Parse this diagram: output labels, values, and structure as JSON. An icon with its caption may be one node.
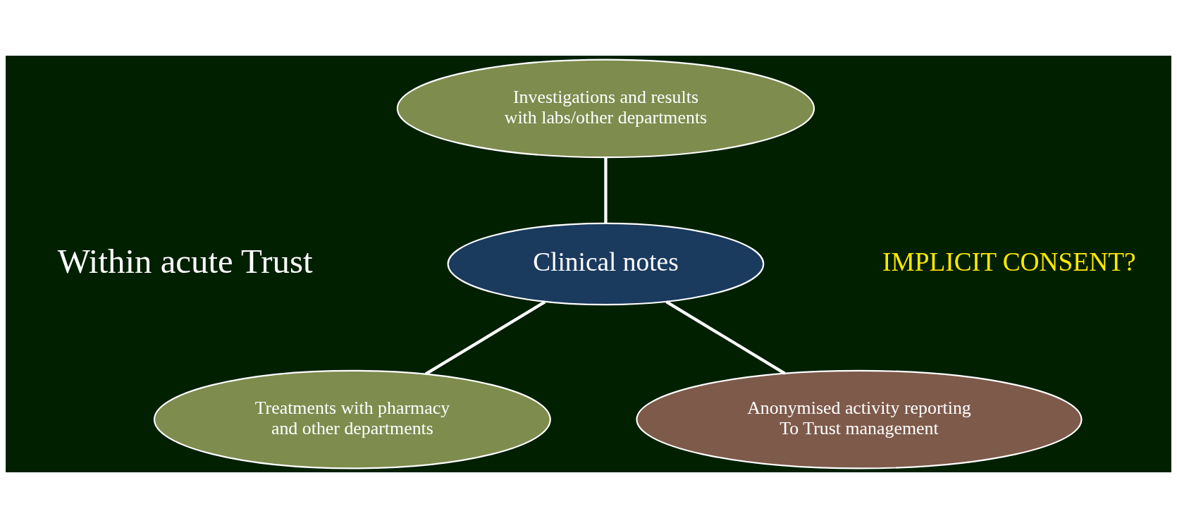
{
  "diagram": {
    "nodes": [
      {
        "text": [
          "Investigations and results with labs/other departments"
        ]
      },
      {
        "text": [
          "Clinical notes"
        ]
      },
      {
        "text": [
          "Treatments with pharmacy and other departments"
        ]
      },
      {
        "text": [
          "Anonymised activity reporting To Trust management"
        ]
      }
    ],
    "edges": [
      {
        "from": 0,
        "to": 1,
        "arrow": "none"
      },
      {
        "from": 1,
        "to": 2,
        "arrow": "none"
      },
      {
        "from": 1,
        "to": 3,
        "arrow": "none"
      }
    ],
    "labels": [
      "Within acute Trust",
      "IMPLICIT CONSENT?"
    ]
  }
}
